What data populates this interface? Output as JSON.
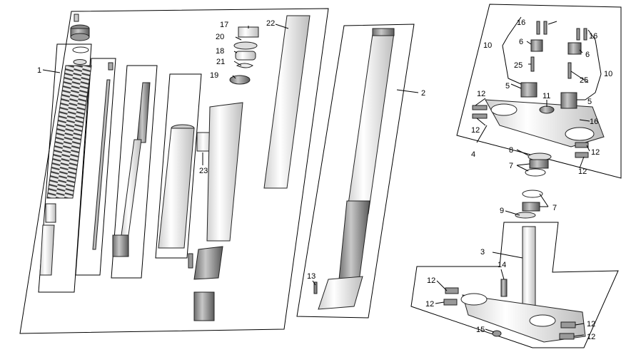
{
  "labels": {
    "l1": "1",
    "l2": "2",
    "l3": "3",
    "l4": "4",
    "l5a": "5",
    "l5b": "5",
    "l6a": "6",
    "l6b": "6",
    "l7a": "7",
    "l7b": "7",
    "l8": "8",
    "l9": "9",
    "l10a": "10",
    "l10b": "10",
    "l11": "11",
    "l12a": "12",
    "l12b": "12",
    "l12c": "12",
    "l12d": "12",
    "l12e": "12",
    "l12f": "12",
    "l12g": "12",
    "l12h": "12",
    "l13": "13",
    "l14": "14",
    "l15": "15",
    "l16a": "16",
    "l16b": "16",
    "l16c": "16",
    "l17": "17",
    "l18": "18",
    "l19": "19",
    "l20": "20",
    "l21": "21",
    "l22": "22",
    "l23": "23",
    "l25a": "25",
    "l25b": "25"
  },
  "colors": {
    "stroke": "#222222",
    "part_fill": "#f2f2f2",
    "part_dark": "#9a9a9a",
    "spring": "#555555"
  }
}
